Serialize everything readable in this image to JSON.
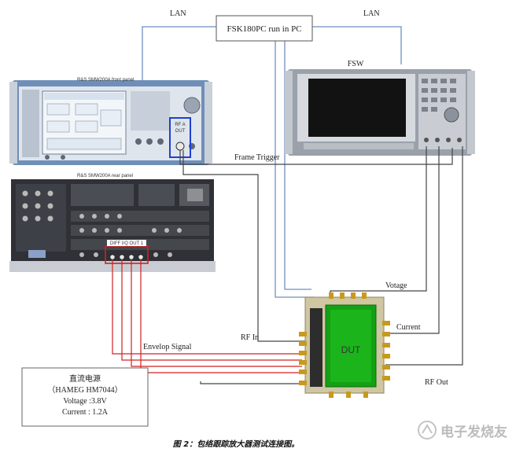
{
  "labels": {
    "lan_left": "LAN",
    "lan_right": "LAN",
    "pc_box": "FSK180PC run in PC",
    "fsw_label": "FSW",
    "front_panel": "R&S SMW200A front panel",
    "rear_panel": "R&S SMW200A rear panel",
    "rf_a_out_line1": "RF A",
    "rf_a_out_line2": "OUT",
    "diff_iq_out": "DIFF I/Q OUT 1",
    "frame_trigger": "Frame Trigger",
    "voltage": "Votage",
    "current": "Current",
    "rf_in": "RF In",
    "rf_out": "RF Out",
    "envelop_signal": "Envelop Signal",
    "dut": "DUT"
  },
  "power_supply": {
    "title": "直流电源",
    "model": "（HAMEG HM7044）",
    "voltage": "Voltage :3.8V",
    "current": "Current : 1.2A"
  },
  "caption": "图 2：包络跟踪放大器测试连接图。",
  "watermark": "电子发烧友",
  "colors": {
    "lan_line": "#6f8fbf",
    "signal_line": "#444444",
    "envelope_line": "#d42020",
    "highlight_blue": "#1f3fd0",
    "highlight_red": "#d42020",
    "dut_green": "#1aa81a"
  }
}
